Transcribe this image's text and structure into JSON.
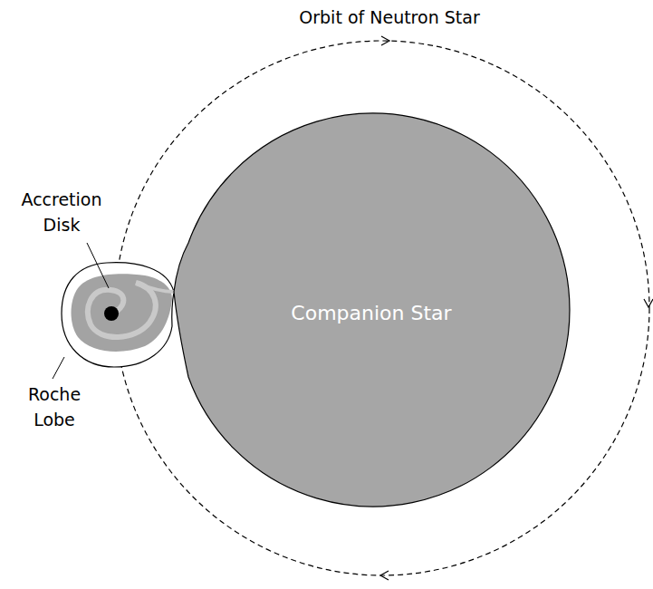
{
  "diagram": {
    "nodes": [
      {
        "text": [
          "Companion Star"
        ]
      }
    ],
    "labels": [
      "Orbit of Neutron Star",
      "Accretion Disk",
      "Roche Lobe"
    ]
  }
}
